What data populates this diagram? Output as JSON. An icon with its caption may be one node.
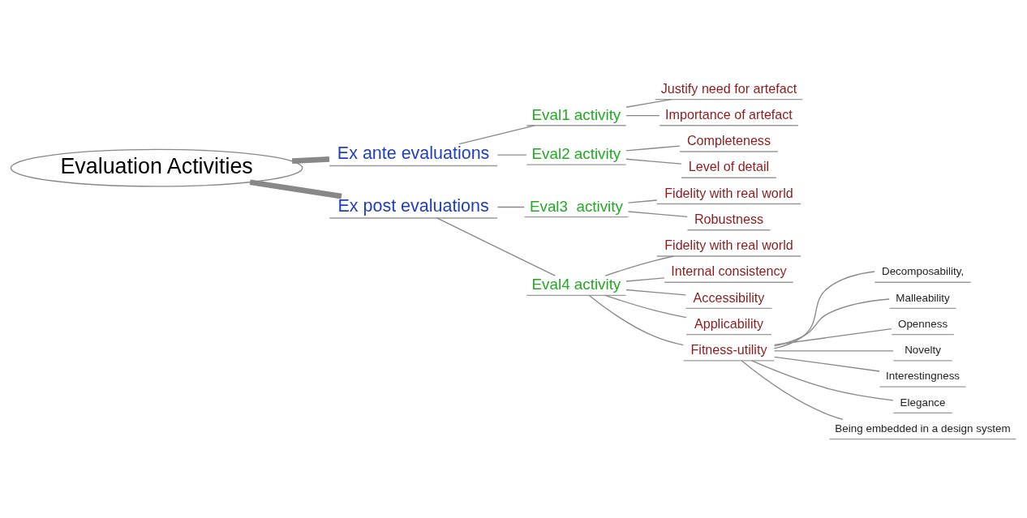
{
  "diagram": {
    "nodes": [
      {
        "text": [
          "Evaluation Activities"
        ]
      },
      {
        "text": [
          "Ex ante evaluations"
        ]
      },
      {
        "text": [
          "Eval1 activity"
        ]
      },
      {
        "text": [
          "Justify need for artefact"
        ]
      },
      {
        "text": [
          "Importance of artefact"
        ]
      },
      {
        "text": [
          "Eval2 activity"
        ]
      },
      {
        "text": [
          "Completeness"
        ]
      },
      {
        "text": [
          "Level of detail"
        ]
      },
      {
        "text": [
          "Ex post evaluations"
        ]
      },
      {
        "text": [
          "Eval3  activity"
        ]
      },
      {
        "text": [
          "Fidelity with real world"
        ]
      },
      {
        "text": [
          "Robustness"
        ]
      },
      {
        "text": [
          "Eval4 activity"
        ]
      },
      {
        "text": [
          "Fidelity with real world"
        ]
      },
      {
        "text": [
          "Internal consistency"
        ]
      },
      {
        "text": [
          "Accessibility"
        ]
      },
      {
        "text": [
          "Applicability"
        ]
      },
      {
        "text": [
          "Fitness-utility"
        ]
      },
      {
        "text": [
          "Decomposability,"
        ]
      },
      {
        "text": [
          "Malleability"
        ]
      },
      {
        "text": [
          "Openness"
        ]
      },
      {
        "text": [
          "Novelty"
        ]
      },
      {
        "text": [
          "Interestingness"
        ]
      },
      {
        "text": [
          "Elegance"
        ]
      },
      {
        "text": [
          "Being embedded in a design system"
        ]
      }
    ],
    "edges": [
      {
        "from": 0,
        "to": 1,
        "arrow": "none",
        "style": "thick"
      },
      {
        "from": 1,
        "to": 2,
        "arrow": "none"
      },
      {
        "from": 2,
        "to": 3,
        "arrow": "none"
      },
      {
        "from": 2,
        "to": 4,
        "arrow": "none"
      },
      {
        "from": 1,
        "to": 5,
        "arrow": "none"
      },
      {
        "from": 5,
        "to": 6,
        "arrow": "none"
      },
      {
        "from": 5,
        "to": 7,
        "arrow": "none"
      },
      {
        "from": 0,
        "to": 8,
        "arrow": "none",
        "style": "thick"
      },
      {
        "from": 8,
        "to": 9,
        "arrow": "none"
      },
      {
        "from": 9,
        "to": 10,
        "arrow": "none"
      },
      {
        "from": 9,
        "to": 11,
        "arrow": "none"
      },
      {
        "from": 8,
        "to": 12,
        "arrow": "none"
      },
      {
        "from": 12,
        "to": 13,
        "arrow": "none"
      },
      {
        "from": 12,
        "to": 14,
        "arrow": "none"
      },
      {
        "from": 12,
        "to": 15,
        "arrow": "none"
      },
      {
        "from": 12,
        "to": 16,
        "arrow": "none"
      },
      {
        "from": 12,
        "to": 17,
        "arrow": "none"
      },
      {
        "from": 17,
        "to": 18,
        "arrow": "none"
      },
      {
        "from": 17,
        "to": 19,
        "arrow": "none"
      },
      {
        "from": 17,
        "to": 20,
        "arrow": "none"
      },
      {
        "from": 17,
        "to": 21,
        "arrow": "none"
      },
      {
        "from": 17,
        "to": 22,
        "arrow": "none"
      },
      {
        "from": 17,
        "to": 23,
        "arrow": "none"
      },
      {
        "from": 17,
        "to": 24,
        "arrow": "none"
      }
    ]
  }
}
